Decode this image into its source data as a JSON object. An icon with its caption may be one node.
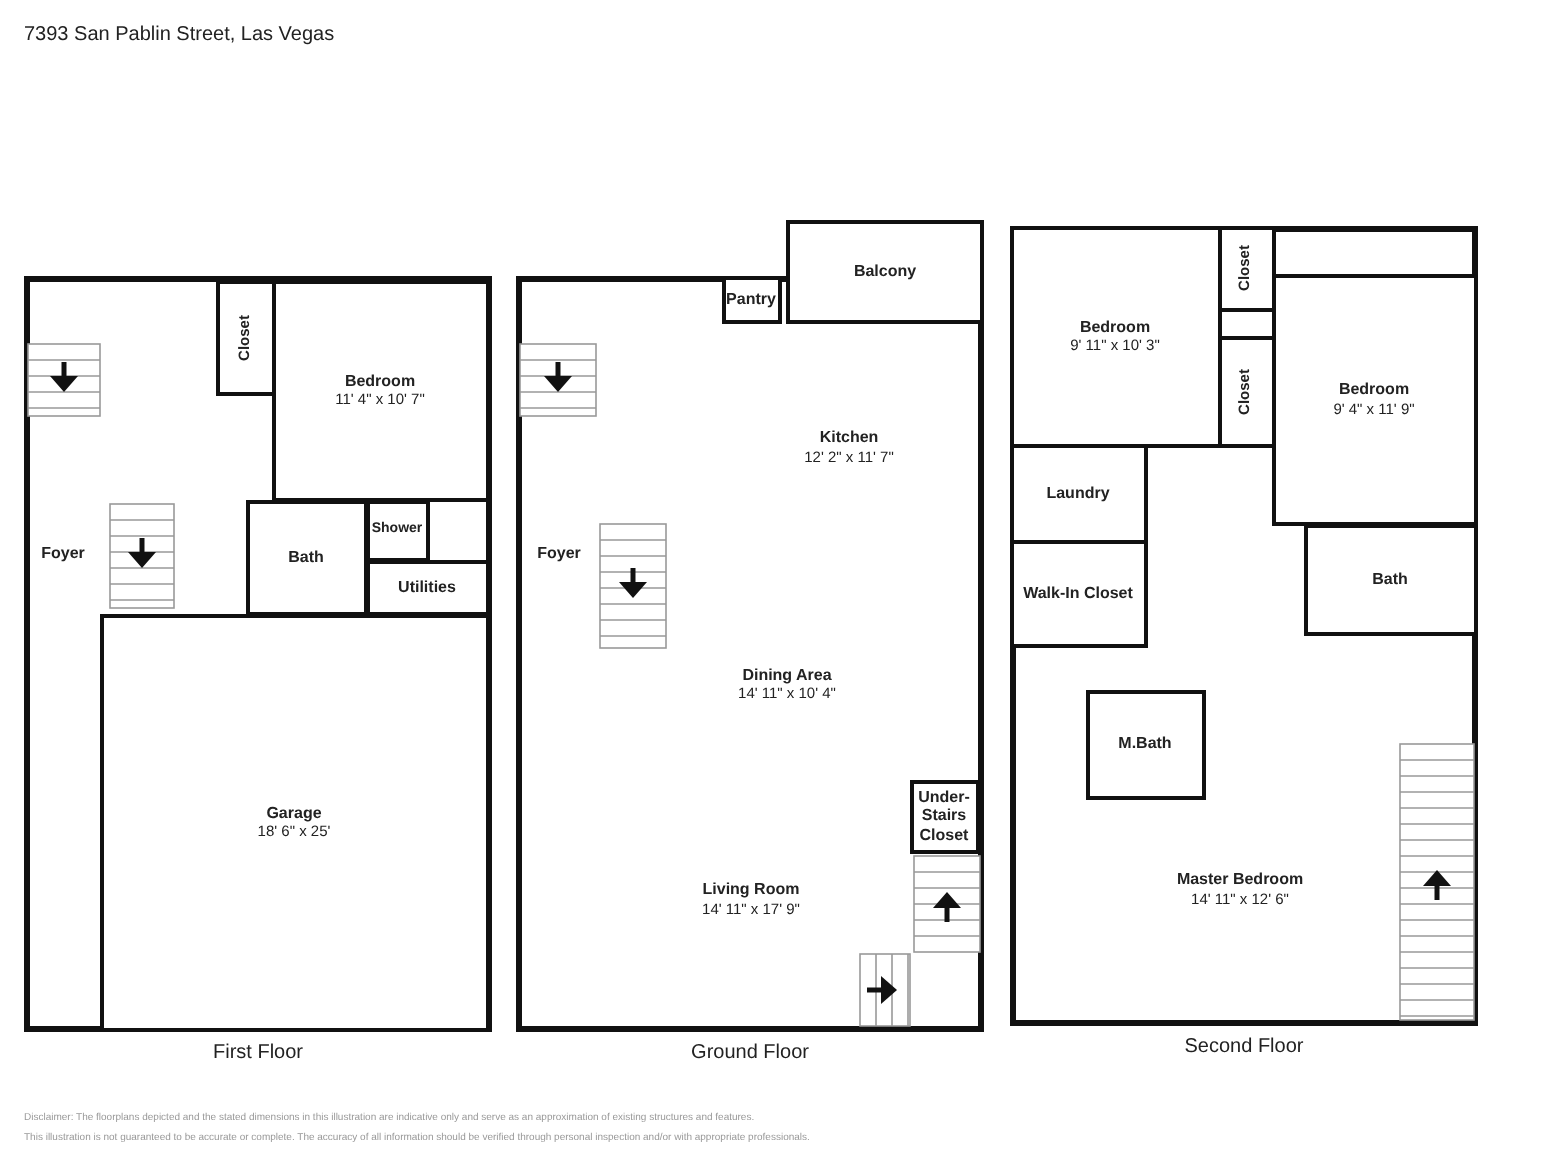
{
  "diagram": {
    "title": "7393 San Pablin Street, Las Vegas",
    "nodes": [
      {
        "text": [
          "First Floor"
        ]
      },
      {
        "text": [
          "Foyer"
        ],
        "in": 0
      },
      {
        "text": [
          "Closet"
        ],
        "in": 0
      },
      {
        "text": [
          "Bedroom",
          "11' 4\" x 10' 7\""
        ],
        "in": 0
      },
      {
        "text": [
          "Bath"
        ],
        "in": 0
      },
      {
        "text": [
          "Shower"
        ],
        "in": 0
      },
      {
        "text": [
          "Utilities"
        ],
        "in": 0
      },
      {
        "text": [
          "Garage",
          "18' 6\" x 25'"
        ],
        "in": 0
      },
      {
        "text": [
          "Ground Floor"
        ]
      },
      {
        "text": [
          "Balcony"
        ]
      },
      {
        "text": [
          "Pantry"
        ],
        "in": 8
      },
      {
        "text": [
          "Kitchen",
          "12' 2\" x 11' 7\""
        ],
        "in": 8
      },
      {
        "text": [
          "Foyer"
        ],
        "in": 8
      },
      {
        "text": [
          "Dining Area",
          "14' 11\" x 10' 4\""
        ],
        "in": 8
      },
      {
        "text": [
          "Under-Stairs Closet"
        ],
        "in": 8
      },
      {
        "text": [
          "Living Room",
          "14' 11\" x 17' 9\""
        ],
        "in": 8
      },
      {
        "text": [
          "Second Floor"
        ]
      },
      {
        "text": [
          "Bedroom",
          "9' 11\" x 10' 3\""
        ],
        "in": 16
      },
      {
        "text": [
          "Closet"
        ],
        "in": 16
      },
      {
        "text": [
          "Closet"
        ],
        "in": 16
      },
      {
        "text": [
          "Bedroom",
          "9' 4\" x 11' 9\""
        ],
        "in": 16
      },
      {
        "text": [
          "Laundry"
        ],
        "in": 16
      },
      {
        "text": [
          "Walk-In Closet"
        ],
        "in": 16
      },
      {
        "text": [
          "Bath"
        ],
        "in": 16
      },
      {
        "text": [
          "M.Bath"
        ],
        "in": 16
      },
      {
        "text": [
          "Master Bedroom",
          "14' 11\" x 12' 6\""
        ],
        "in": 16
      }
    ],
    "labels": [
      "Disclaimer: The floorplans depicted and the stated dimensions in this illustration are indicative only and serve as an approximation of existing structures and features.",
      "This illustration is not guaranteed to be accurate or complete. The accuracy of all information should be verified through personal inspection and/or with appropriate professionals."
    ]
  }
}
